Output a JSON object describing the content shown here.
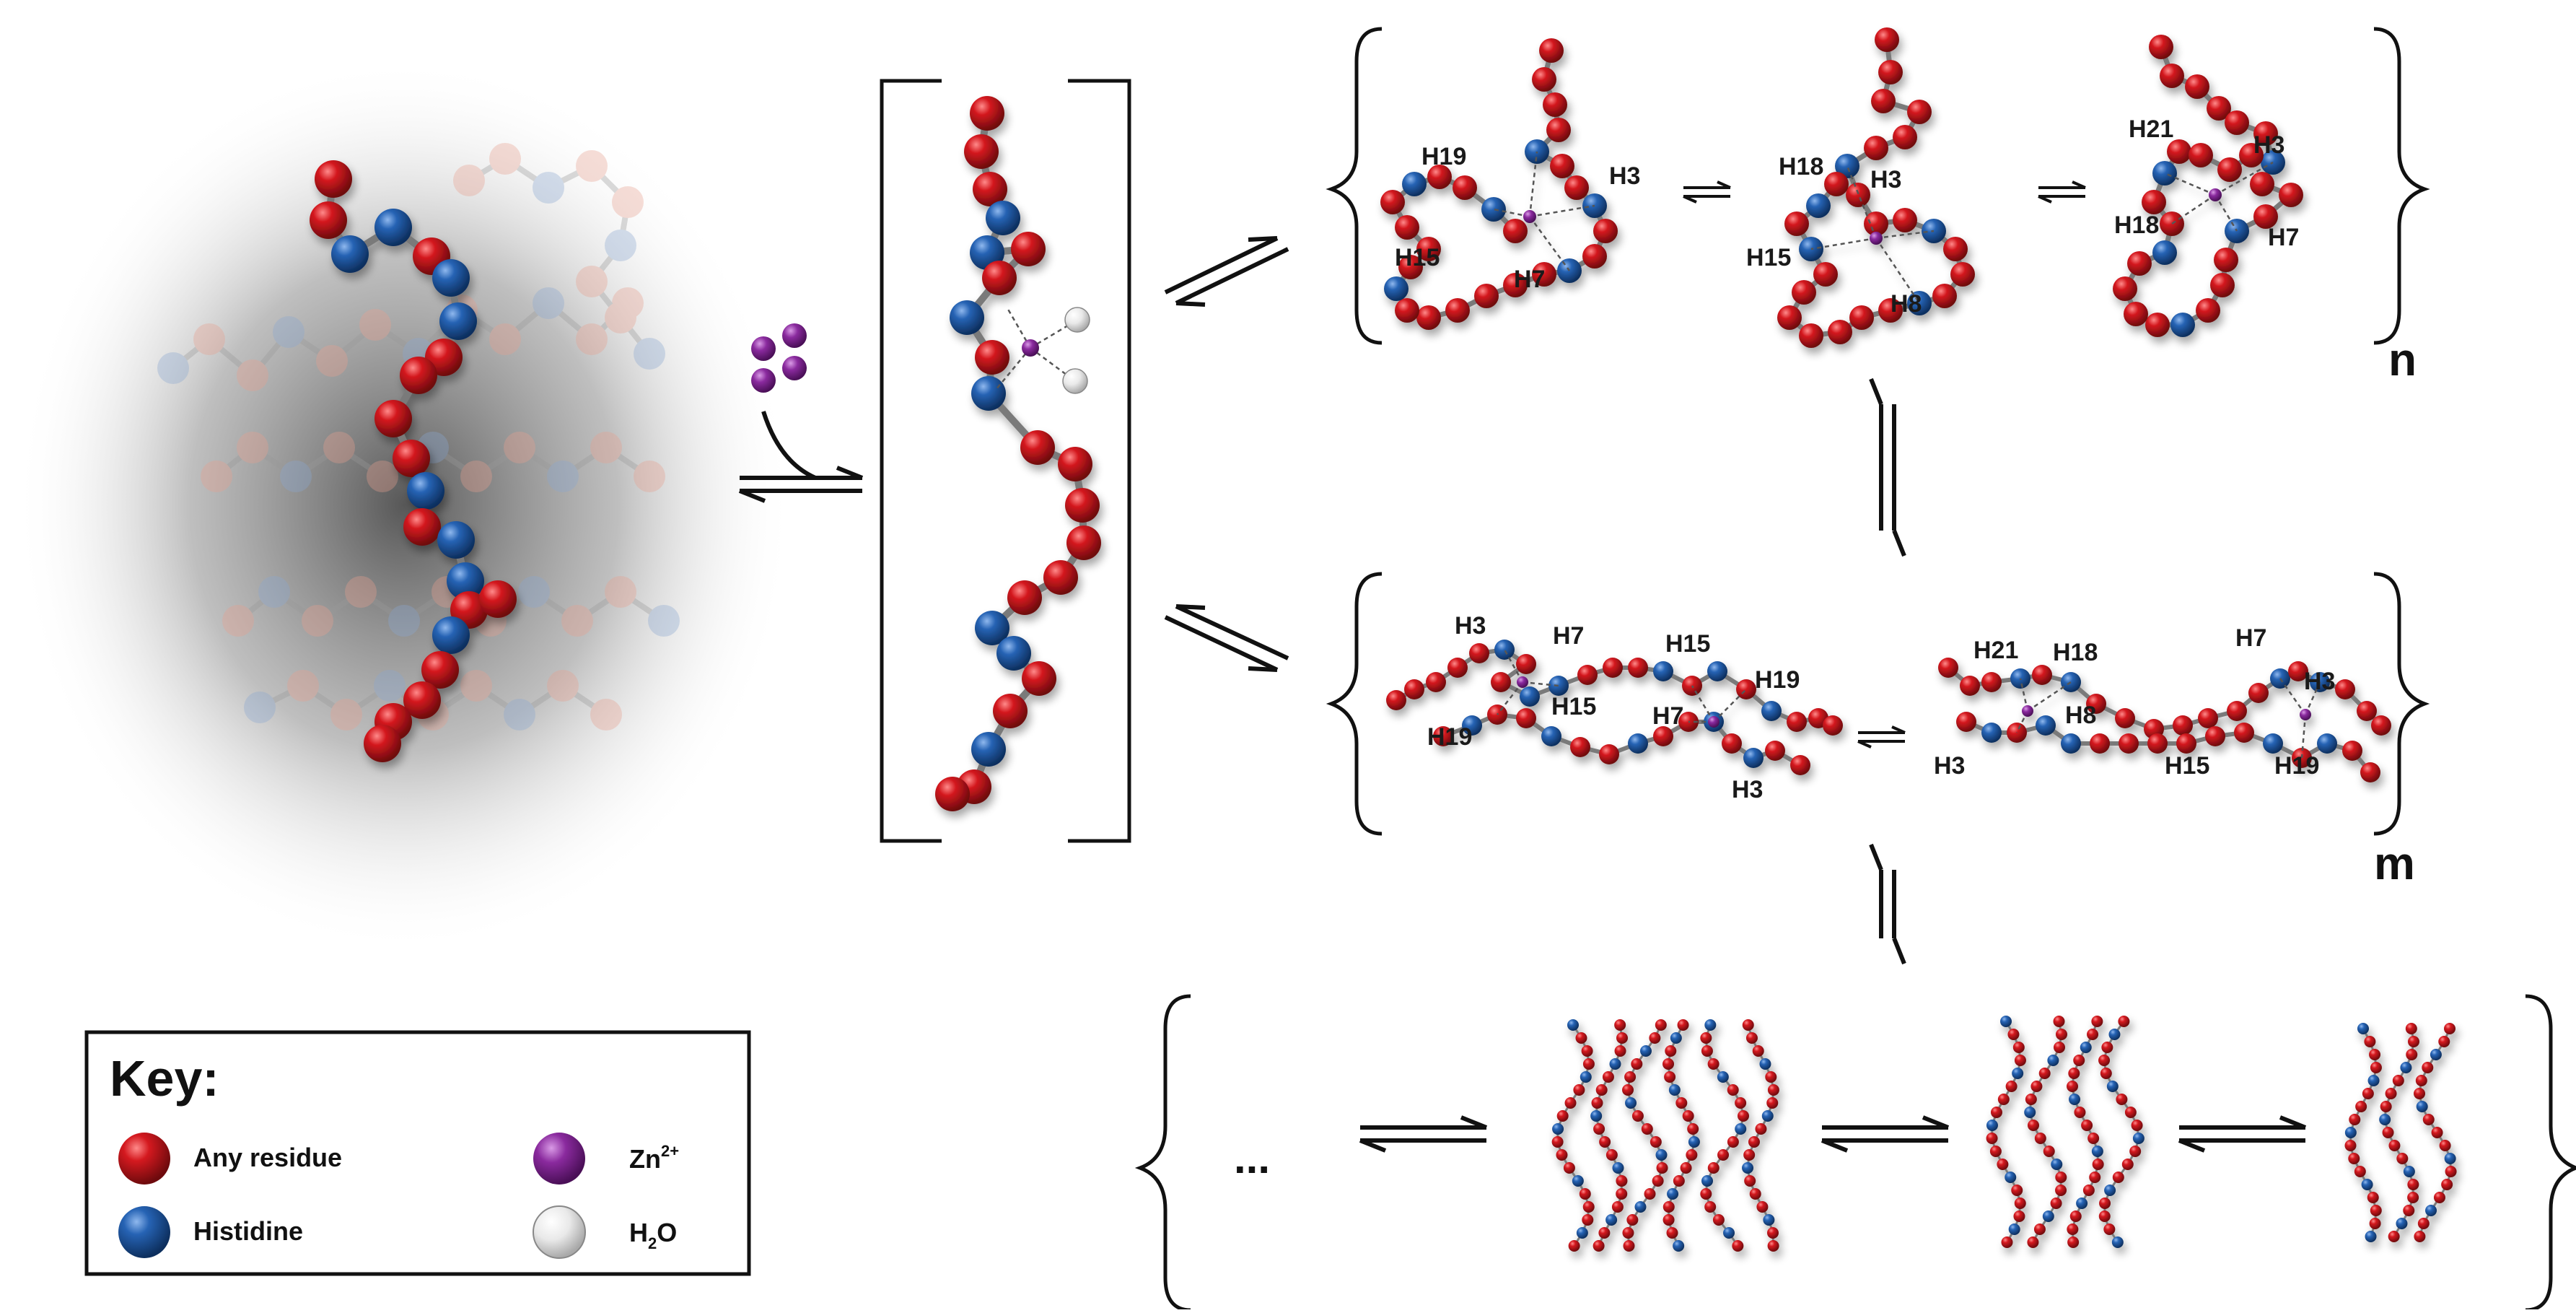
{
  "key": {
    "title": "Key:",
    "items": [
      {
        "label": "Any residue",
        "symbol": "red-sphere"
      },
      {
        "label": "Histidine",
        "symbol": "blue-sphere"
      },
      {
        "label": "Zn",
        "sup": "2+",
        "symbol": "purple-sphere"
      },
      {
        "label": "H",
        "sub": "2",
        "label_tail": "O",
        "symbol": "white-sphere"
      }
    ]
  },
  "colors": {
    "residue": "#c0161b",
    "histidine": "#1f5aa6",
    "zinc": "#8a2a9e",
    "water": "#e6e6e6"
  },
  "group_n": {
    "subscript": "n",
    "structure_1_labels": [
      "H19",
      "H3",
      "H15",
      "H7"
    ],
    "structure_2_labels": [
      "H18",
      "H3",
      "H15",
      "H8"
    ],
    "structure_3_labels": [
      "H21",
      "H3",
      "H18",
      "H7"
    ]
  },
  "group_m": {
    "subscript": "m",
    "structure_1_labels": [
      "H3",
      "H7",
      "H15",
      "H19",
      "H19",
      "H15",
      "H7",
      "H3"
    ],
    "structure_2_labels": [
      "H21",
      "H18",
      "H7",
      "H3",
      "H8",
      "H3",
      "H15",
      "H19"
    ]
  },
  "bottom_row": {
    "ellipsis": "..."
  }
}
